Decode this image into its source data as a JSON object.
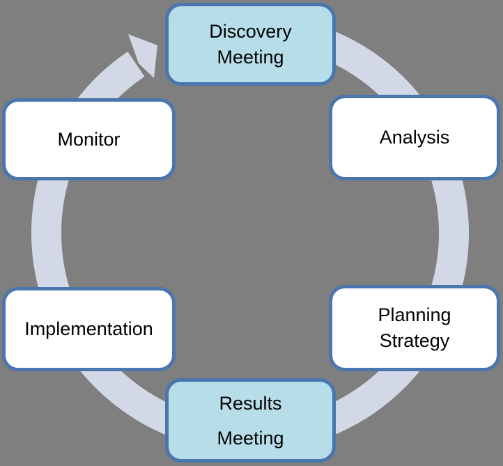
{
  "diagram": {
    "colors": {
      "bg": "#7f7f7f",
      "ring": "#d2d8e6",
      "border": "#4a76ad",
      "fill": "#ffffff",
      "hl": "#b7dde8",
      "text": "#000000"
    },
    "flow_direction": "clockwise",
    "nodes": [
      {
        "id": "discovery-meeting",
        "lines": [
          "Discovery",
          "Meeting"
        ],
        "highlighted": true
      },
      {
        "id": "analysis",
        "lines": [
          "Analysis"
        ],
        "highlighted": false
      },
      {
        "id": "planning-strategy",
        "lines": [
          "Planning",
          "Strategy"
        ],
        "highlighted": false
      },
      {
        "id": "results-meeting",
        "lines": [
          "Results",
          "Meeting"
        ],
        "highlighted": true
      },
      {
        "id": "implementation",
        "lines": [
          "Implementation"
        ],
        "highlighted": false
      },
      {
        "id": "monitor",
        "lines": [
          "Monitor"
        ],
        "highlighted": false
      }
    ]
  }
}
